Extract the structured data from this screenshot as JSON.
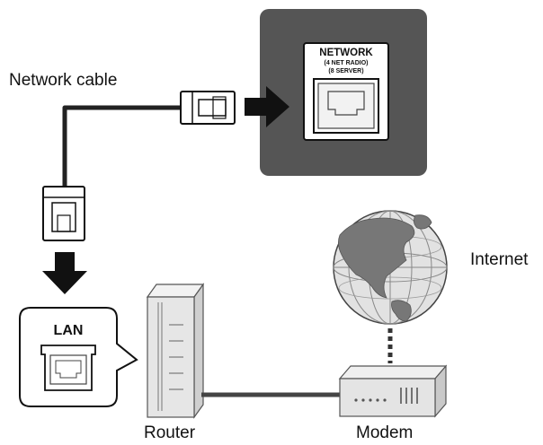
{
  "labels": {
    "network_cable": "Network cable",
    "internet": "Internet",
    "router": "Router",
    "modem": "Modem"
  },
  "device_panel": {
    "port_title": "NETWORK",
    "port_line1": "(4 NET RADIO)",
    "port_line2": "(8 SERVER)"
  },
  "lan_callout": {
    "title": "LAN"
  },
  "icons": [
    "rj45-plug-icon",
    "ethernet-port-icon",
    "arrow-right-icon",
    "arrow-down-icon",
    "globe-icon",
    "router-icon",
    "modem-icon"
  ],
  "colors": {
    "panel_fill": "#555555",
    "device_gray": "#e8e8e8",
    "cable": "#222222"
  }
}
